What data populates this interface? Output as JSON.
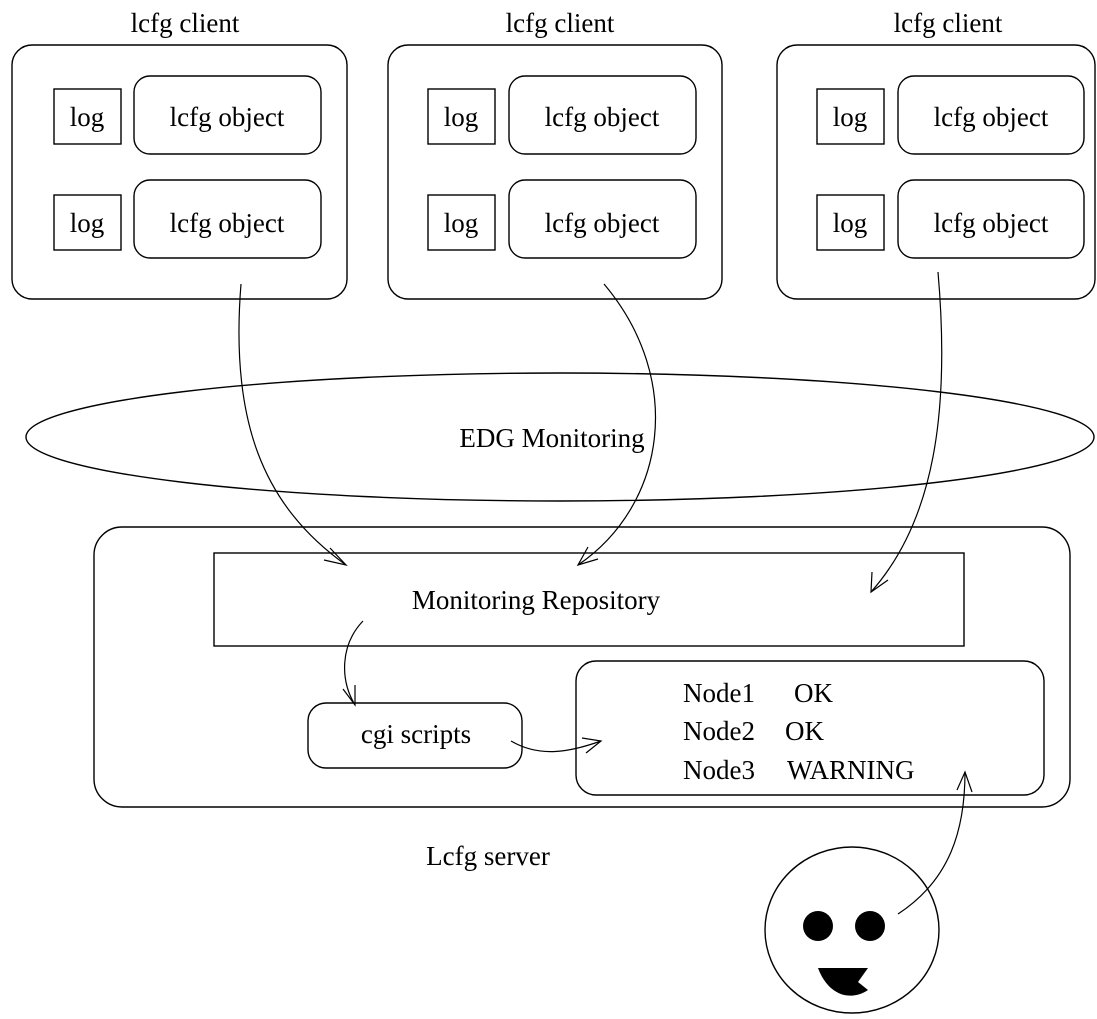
{
  "clients": [
    {
      "title": "lcfg client",
      "objects": [
        {
          "log": "log",
          "label": "lcfg object"
        },
        {
          "log": "log",
          "label": "lcfg object"
        }
      ]
    },
    {
      "title": "lcfg client",
      "objects": [
        {
          "log": "log",
          "label": "lcfg object"
        },
        {
          "log": "log",
          "label": "lcfg object"
        }
      ]
    },
    {
      "title": "lcfg client",
      "objects": [
        {
          "log": "log",
          "label": "lcfg object"
        },
        {
          "log": "log",
          "label": "lcfg object"
        }
      ]
    }
  ],
  "monitoring": {
    "label": "EDG Monitoring"
  },
  "server": {
    "label": "Lcfg server",
    "repository": "Monitoring Repository",
    "cgi": "cgi scripts",
    "status": [
      {
        "node": "Node1",
        "state": "OK"
      },
      {
        "node": "Node2",
        "state": "OK"
      },
      {
        "node": "Node3",
        "state": "WARNING"
      }
    ]
  },
  "user": {
    "icon": "smiley-face-icon"
  }
}
